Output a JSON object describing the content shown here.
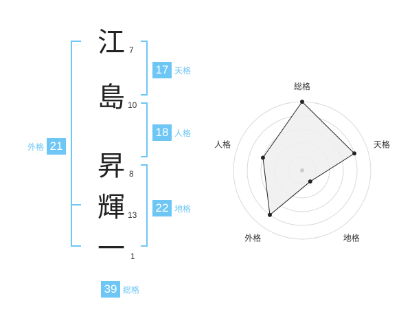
{
  "name": {
    "chars": [
      {
        "char": "江",
        "strokes": "7"
      },
      {
        "char": "島",
        "strokes": "10"
      },
      {
        "char": "昇",
        "strokes": "8"
      },
      {
        "char": "輝",
        "strokes": "13"
      },
      {
        "char": "一",
        "strokes": "1"
      }
    ]
  },
  "grades": {
    "tenkaku": {
      "label": "天格",
      "value": "17"
    },
    "jinkaku": {
      "label": "人格",
      "value": "18"
    },
    "chikaku": {
      "label": "地格",
      "value": "22"
    },
    "gaikaku": {
      "label": "外格",
      "value": "21"
    },
    "soukaku": {
      "label": "総格",
      "value": "39"
    }
  },
  "colors": {
    "accent": "#6ec6f5",
    "ring": "#d9d9d9",
    "fill": "#eeeeee",
    "line": "#222222"
  },
  "chart_data": {
    "type": "radar",
    "axes": [
      "総格",
      "天格",
      "地格",
      "外格",
      "人格"
    ],
    "values": [
      5,
      4,
      1,
      4,
      3
    ],
    "range": [
      0,
      5
    ]
  }
}
